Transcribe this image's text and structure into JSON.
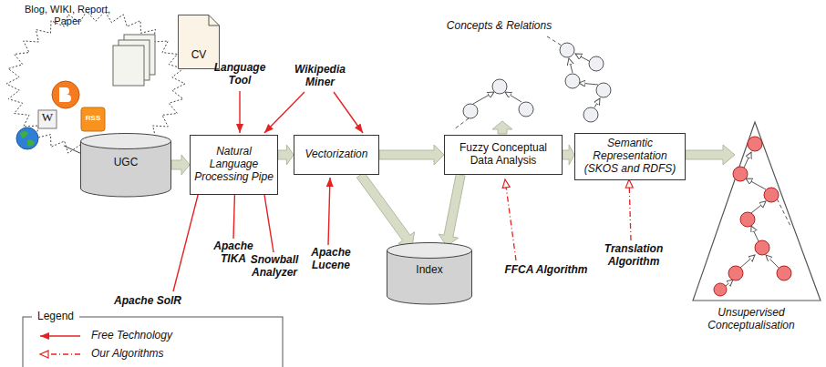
{
  "diagram": {
    "nodes": [
      {
        "text": [
          "CV"
        ]
      },
      {
        "text": [
          "UGC"
        ]
      },
      {
        "text": [
          "Natural Language Processing Pipe"
        ]
      },
      {
        "text": [
          "Vectorization"
        ]
      },
      {
        "text": [
          "Fuzzy Conceptual Data Analysis"
        ]
      },
      {
        "text": [
          "Index"
        ]
      },
      {
        "text": [
          "Semantic Representation (SKOS and RDFS)"
        ]
      }
    ],
    "edges": [
      {
        "from": 1,
        "to": 2,
        "arrow": "to"
      },
      {
        "from": 2,
        "to": 3,
        "arrow": "to"
      },
      {
        "from": 3,
        "to": 4,
        "arrow": "to"
      },
      {
        "from": 3,
        "to": 5,
        "arrow": "to"
      },
      {
        "from": 4,
        "to": 5,
        "arrow": "to"
      },
      {
        "from": 4,
        "to": 6,
        "arrow": "to"
      }
    ],
    "labels": [
      "Blog, WIKI, Report, Paper",
      "W",
      "RSS",
      "Language Tool",
      "Wikipedia Miner",
      "Concepts & Relations",
      "Apache SolR",
      "Apache TIKA",
      "Snowball Analyzer",
      "Apache Lucene",
      "FFCA Algorithm",
      "Translation Algorithm",
      "Unsupervised Conceptualisation",
      "Legend"
    ],
    "legend": [
      {
        "text": "Free Technology"
      },
      {
        "text": "Our Algorithms"
      }
    ]
  }
}
